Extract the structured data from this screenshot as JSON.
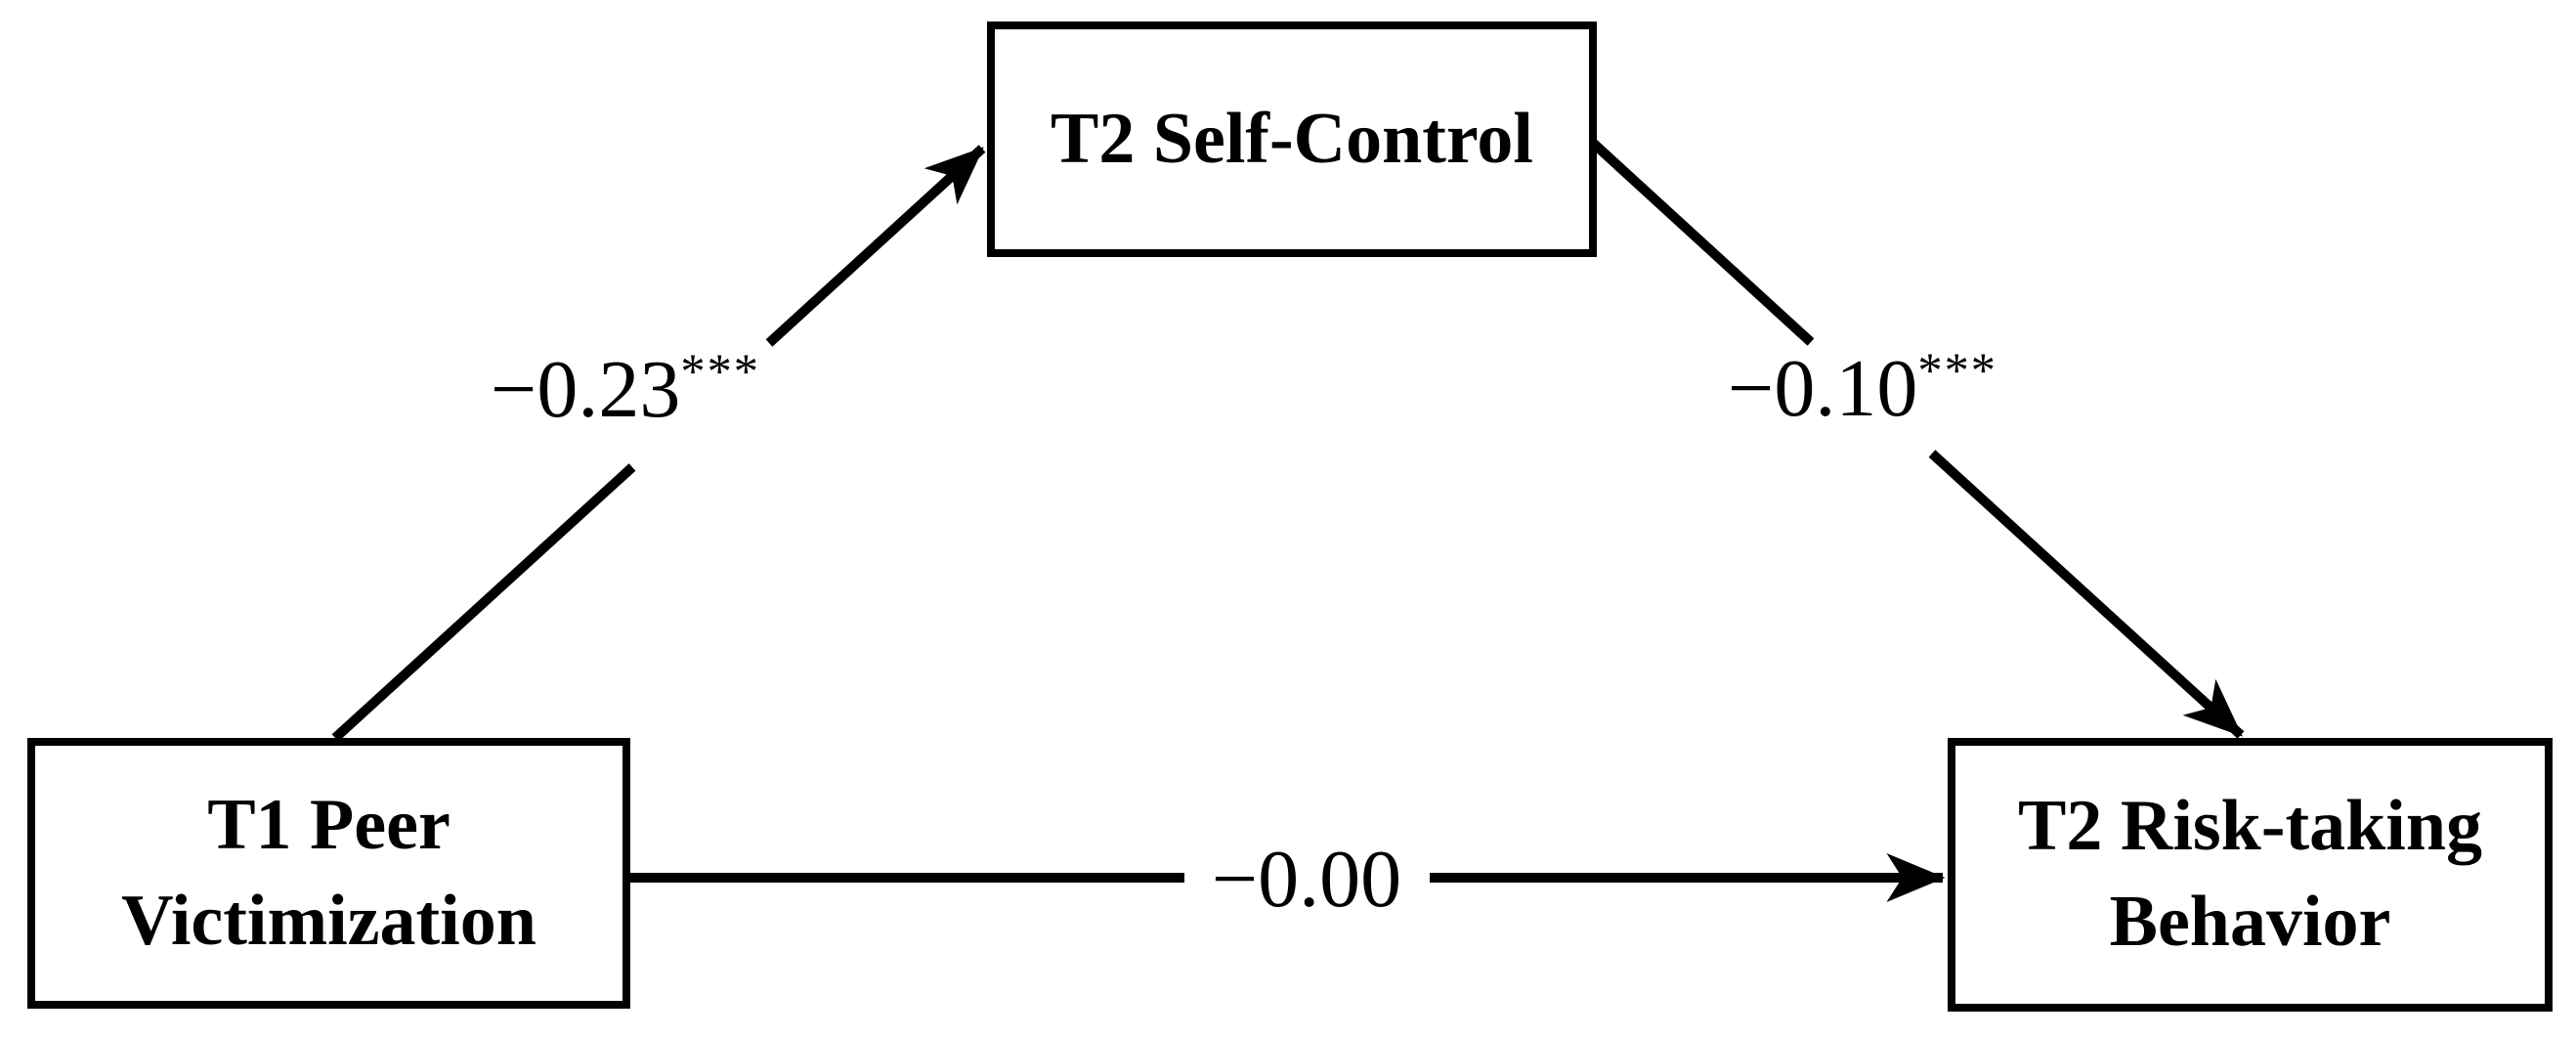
{
  "diagram": {
    "type": "mediation-path-model",
    "background_color": "#ffffff",
    "ink_color": "#000000",
    "nodes": {
      "mediator": {
        "label": "T2 Self-Control"
      },
      "predictor": {
        "line1": "T1 Peer",
        "line2": "Victimization"
      },
      "outcome": {
        "line1": "T2 Risk-taking",
        "line2": "Behavior"
      }
    },
    "paths": {
      "a": {
        "from": "predictor",
        "to": "mediator",
        "value": "−0.23",
        "sig": "***"
      },
      "b": {
        "from": "mediator",
        "to": "outcome",
        "value": "−0.10",
        "sig": "***"
      },
      "c": {
        "from": "predictor",
        "to": "outcome",
        "value": "−0.00",
        "sig": ""
      }
    }
  }
}
